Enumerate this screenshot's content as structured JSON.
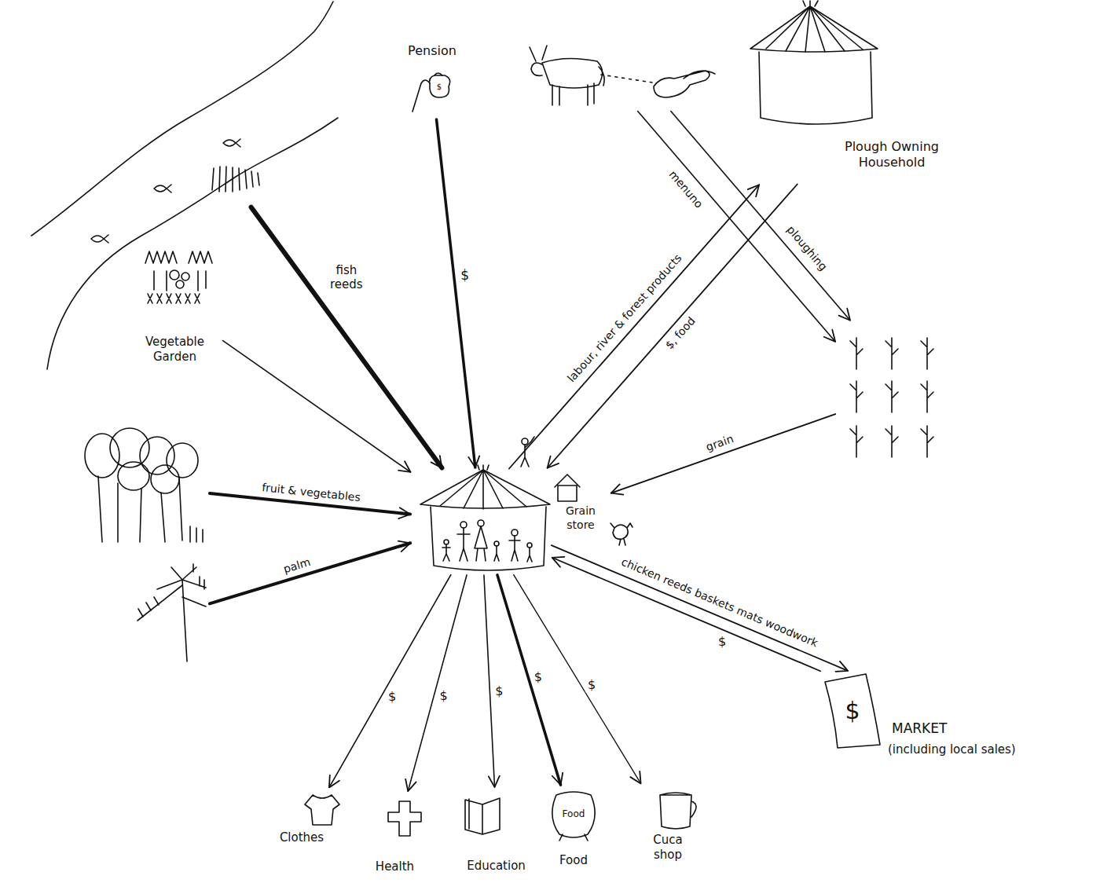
{
  "diagram": {
    "nodes": [
      {
        "text": [
          "Pension"
        ]
      },
      {
        "text": [
          "Plough Owning Household"
        ]
      },
      {
        "text": []
      },
      {
        "text": [
          "Vegetable Garden"
        ]
      },
      {
        "text": []
      },
      {
        "text": []
      },
      {
        "text": []
      },
      {
        "text": []
      },
      {
        "text": []
      },
      {
        "text": [
          "Grain store"
        ]
      },
      {
        "text": [
          "MARKET",
          "(including local sales)"
        ]
      },
      {
        "text": [
          "Clothes"
        ]
      },
      {
        "text": [
          "Health"
        ]
      },
      {
        "text": [
          "Education"
        ]
      },
      {
        "text": [
          "Food",
          "Food"
        ]
      },
      {
        "text": [
          "Cuca shop"
        ]
      }
    ],
    "edges": [
      {
        "from": 2,
        "to": 4,
        "label": "fish reeds",
        "arrow": "to"
      },
      {
        "from": 0,
        "to": 4,
        "label": "$",
        "arrow": "to"
      },
      {
        "from": 3,
        "to": 4,
        "arrow": "to"
      },
      {
        "from": 5,
        "to": 6,
        "label": "menuno",
        "arrow": "to"
      },
      {
        "from": 5,
        "to": 6,
        "label": "ploughing",
        "arrow": "to"
      },
      {
        "from": 4,
        "to": 1,
        "label": "labour, river & forest products",
        "arrow": "to"
      },
      {
        "from": 1,
        "to": 4,
        "label": "$, food",
        "arrow": "to"
      },
      {
        "from": 6,
        "to": 9,
        "label": "grain",
        "arrow": "to"
      },
      {
        "from": 7,
        "to": 4,
        "label": "fruit & vegetables",
        "arrow": "to"
      },
      {
        "from": 8,
        "to": 4,
        "label": "palm",
        "arrow": "to"
      },
      {
        "from": 4,
        "to": 10,
        "label": "chicken reeds baskets mats woodwork",
        "arrow": "to"
      },
      {
        "from": 10,
        "to": 4,
        "label": "$",
        "arrow": "to"
      },
      {
        "from": 4,
        "to": 11,
        "label": "$",
        "arrow": "to"
      },
      {
        "from": 4,
        "to": 12,
        "label": "$",
        "arrow": "to"
      },
      {
        "from": 4,
        "to": 13,
        "label": "$",
        "arrow": "to"
      },
      {
        "from": 4,
        "to": 14,
        "label": "$",
        "arrow": "to"
      },
      {
        "from": 4,
        "to": 15,
        "label": "$",
        "arrow": "to"
      }
    ],
    "labels": [
      "$",
      "$"
    ]
  }
}
